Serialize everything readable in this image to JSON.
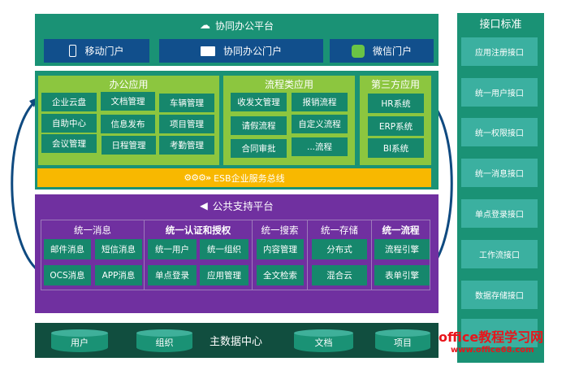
{
  "collab_platform": {
    "title": "协同办公平台",
    "portals": [
      {
        "label": "移动门户",
        "icon": "mobile-icon"
      },
      {
        "label": "协同办公门户",
        "icon": "monitor-icon"
      },
      {
        "label": "微信门户",
        "icon": "wechat-icon"
      }
    ]
  },
  "apps": {
    "office": {
      "title": "办公应用",
      "items": [
        "企业云盘",
        "文档管理",
        "车辆管理",
        "自助中心",
        "信息发布",
        "项目管理",
        "会议管理",
        "日程管理",
        "考勤管理"
      ]
    },
    "process": {
      "title": "流程类应用",
      "items": [
        "收发文管理",
        "报销流程",
        "请假流程",
        "自定义流程",
        "合同审批",
        "...流程"
      ]
    },
    "third": {
      "title": "第三方应用",
      "items": [
        "HR系统",
        "ERP系统",
        "BI系统"
      ]
    },
    "esb": "ESB企业服务总线"
  },
  "public_platform": {
    "title": "公共支持平台",
    "columns": [
      {
        "title": "统一消息",
        "items": [
          "邮件消息",
          "短信消息",
          "OCS消息",
          "APP消息"
        ]
      },
      {
        "title": "统一认证和授权",
        "items": [
          "统一用户",
          "统一组织",
          "单点登录",
          "应用管理"
        ]
      },
      {
        "title": "统一搜索",
        "items": [
          "内容管理",
          "全文检索"
        ]
      },
      {
        "title": "统一存储",
        "items": [
          "分布式",
          "混合云"
        ]
      },
      {
        "title": "统一流程",
        "items": [
          "流程引擎",
          "表单引擎"
        ]
      }
    ]
  },
  "master_data": {
    "title": "主数据中心",
    "items": [
      "用户",
      "组织",
      "文档",
      "项目"
    ]
  },
  "interfaces": {
    "title": "接口标准",
    "items": [
      "应用注册接口",
      "统一用户接口",
      "统一权限接口",
      "统一消息接口",
      "单点登录接口",
      "工作流接口",
      "数据存储接口",
      ""
    ]
  },
  "watermark": {
    "line1": "office教程学习网",
    "line2": "www.office68.com"
  },
  "colors": {
    "teal": "#1a9275",
    "navy": "#114f8c",
    "lime": "#8cc63f",
    "purple": "#7030a0",
    "esb": "#f8b800"
  }
}
